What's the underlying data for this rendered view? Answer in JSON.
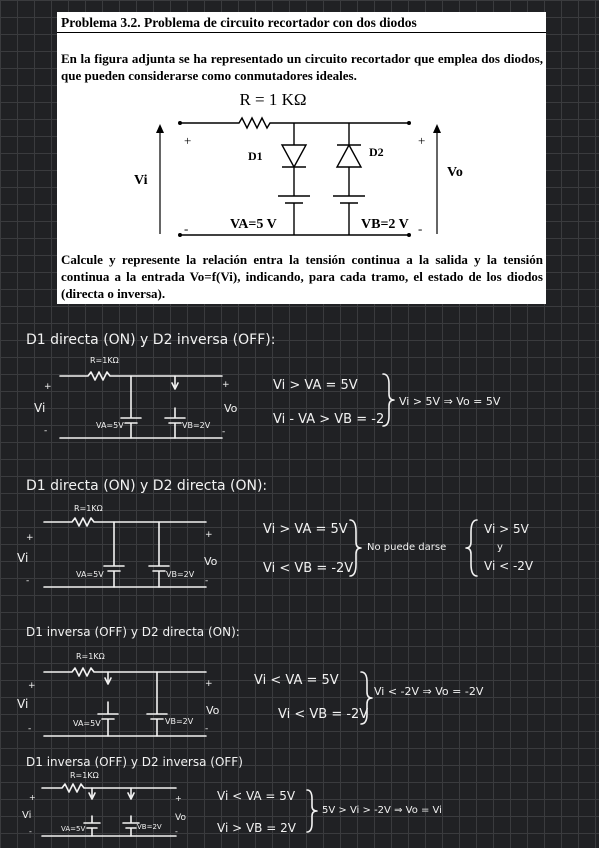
{
  "problem": {
    "title": "Problema 3.2. Problema de circuito recortador con dos diodos",
    "intro": "En la figura adjunta se ha representado un circuito recortador que emplea dos diodos, que pueden considerarse como conmutadores ideales.",
    "task": "Calcule y represente la relación entra la tensión continua a la salida y la tensión continua a la entrada Vo=f(Vi), indicando, para cada tramo, el estado de los diodos (directa o inversa).",
    "circuit": {
      "resistor": "R = 1 KΩ",
      "d1": "D1",
      "d2": "D2",
      "vi": "Vi",
      "vo": "Vo",
      "va": "VA=5 V",
      "vb": "VB=2 V",
      "plus": "+",
      "minus": "-"
    }
  },
  "notes": [
    {
      "heading": "D1 directa (ON) y D2 inversa (OFF):",
      "r_label": "R=1KΩ",
      "va_label": "VA=5V",
      "vb_label": "VB=2V",
      "vi": "Vi",
      "vo": "Vo",
      "cond1": "Vi > VA = 5V",
      "cond2": "Vi - VA > VB = -2",
      "result": "Vi > 5V ⇒ Vo = 5V"
    },
    {
      "heading": "D1 directa (ON) y D2 directa (ON):",
      "r_label": "R=1KΩ",
      "va_label": "VA=5V",
      "vb_label": "VB=2V",
      "vi": "Vi",
      "vo": "Vo",
      "cond1": "Vi > VA = 5V",
      "cond2": "Vi < VB = -2V",
      "result": "No puede darse",
      "alt1": "Vi > 5V",
      "alt_y": "y",
      "alt2": "Vi < -2V"
    },
    {
      "heading": "D1 inversa (OFF) y D2 directa (ON):",
      "r_label": "R=1KΩ",
      "va_label": "VA=5V",
      "vb_label": "VB=2V",
      "vi": "Vi",
      "vo": "Vo",
      "cond1": "Vi < VA = 5V",
      "cond2": "Vi < VB = -2V",
      "result": "Vi < -2V ⇒ Vo = -2V"
    },
    {
      "heading": "D1 inversa (OFF) y D2 inversa (OFF)",
      "r_label": "R=1KΩ",
      "va_label": "VA=5V",
      "vb_label": "VB=2V",
      "vi": "Vi",
      "vo": "Vo",
      "cond1": "Vi < VA = 5V",
      "cond2": "Vi > VB = 2V",
      "result": "5V > Vi > -2V ⇒ Vo = Vi"
    }
  ],
  "colors": {
    "background": "#202124",
    "grid": "#3a3b3e",
    "ink": "#f2f2f2",
    "card": "#ffffff"
  }
}
